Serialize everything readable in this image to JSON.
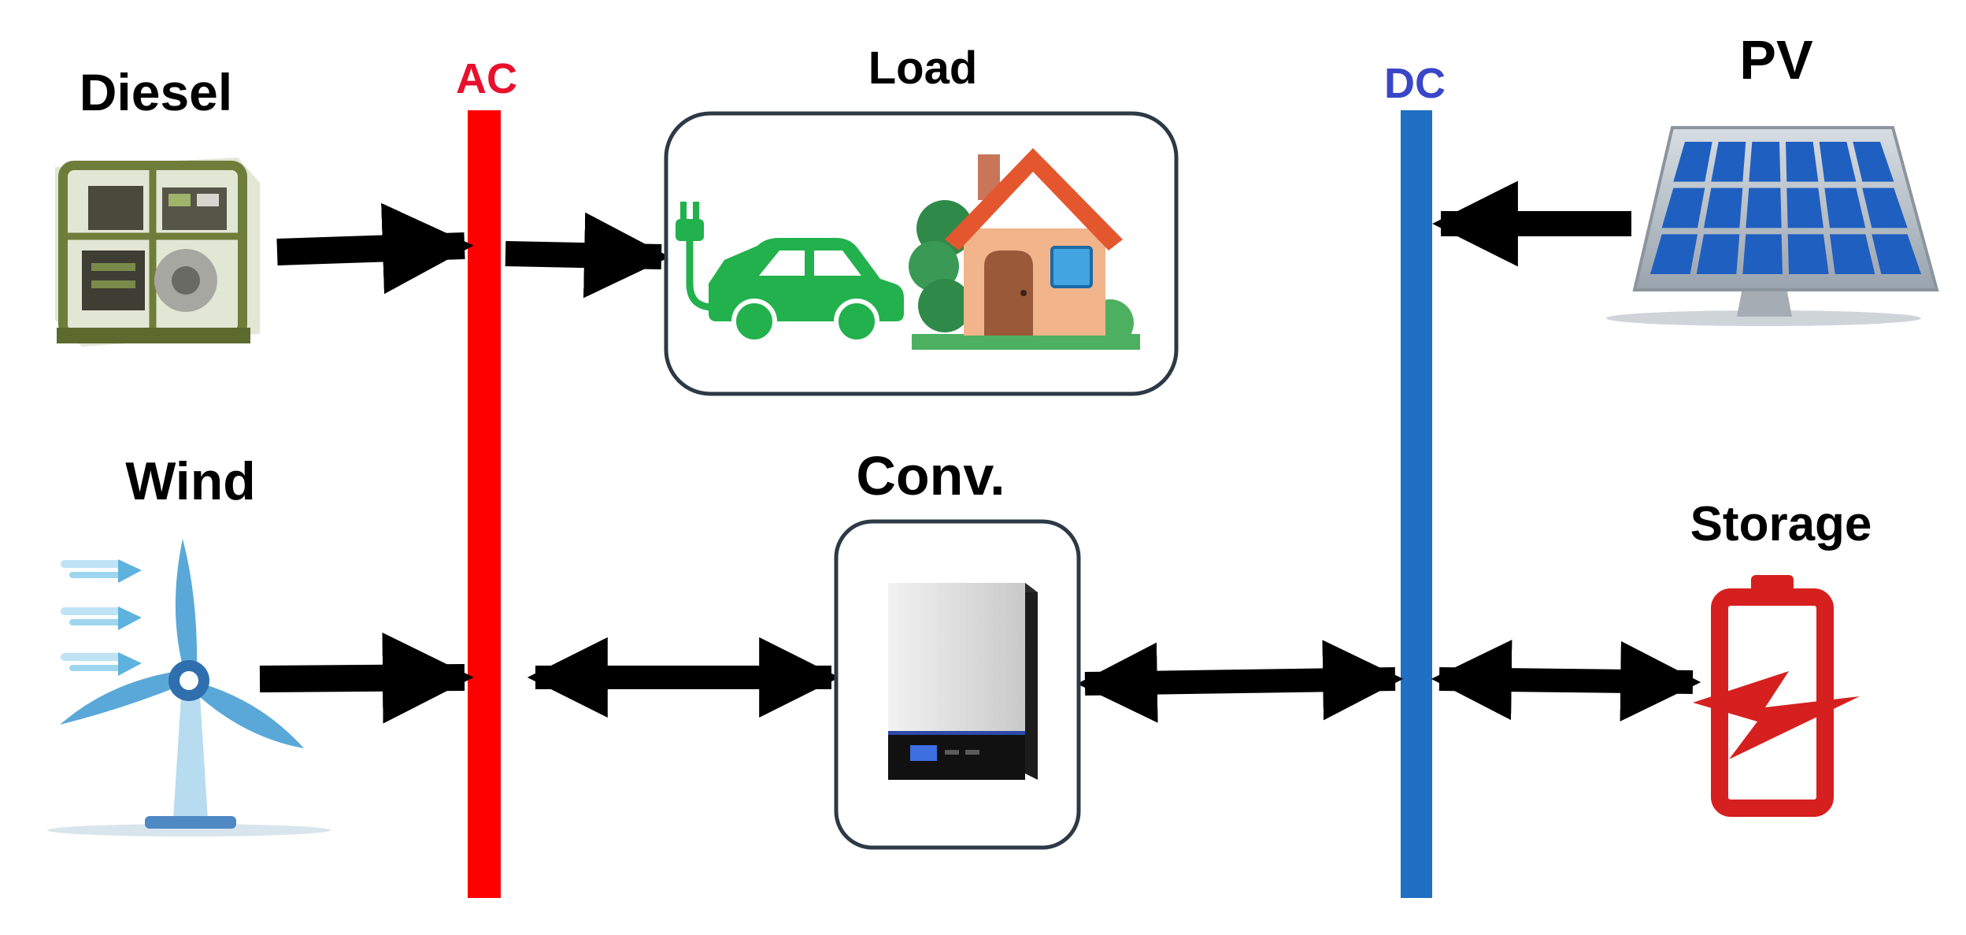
{
  "labels": {
    "diesel": "Diesel",
    "ac": "AC",
    "load": "Load",
    "dc": "DC",
    "pv": "PV",
    "wind": "Wind",
    "conv": "Conv.",
    "storage": "Storage"
  },
  "colors": {
    "ac_bus": "#ff0000",
    "dc_bus": "#1f6fc4",
    "arrow": "#000000",
    "car": "#22b14c",
    "battery": "#d6201f"
  },
  "icons": {
    "diesel": "diesel-generator-icon",
    "load_ev": "electric-car-icon",
    "load_home": "house-icon",
    "pv": "solar-panel-icon",
    "wind": "wind-turbine-icon",
    "conv": "inverter-icon",
    "storage": "battery-charging-icon"
  }
}
